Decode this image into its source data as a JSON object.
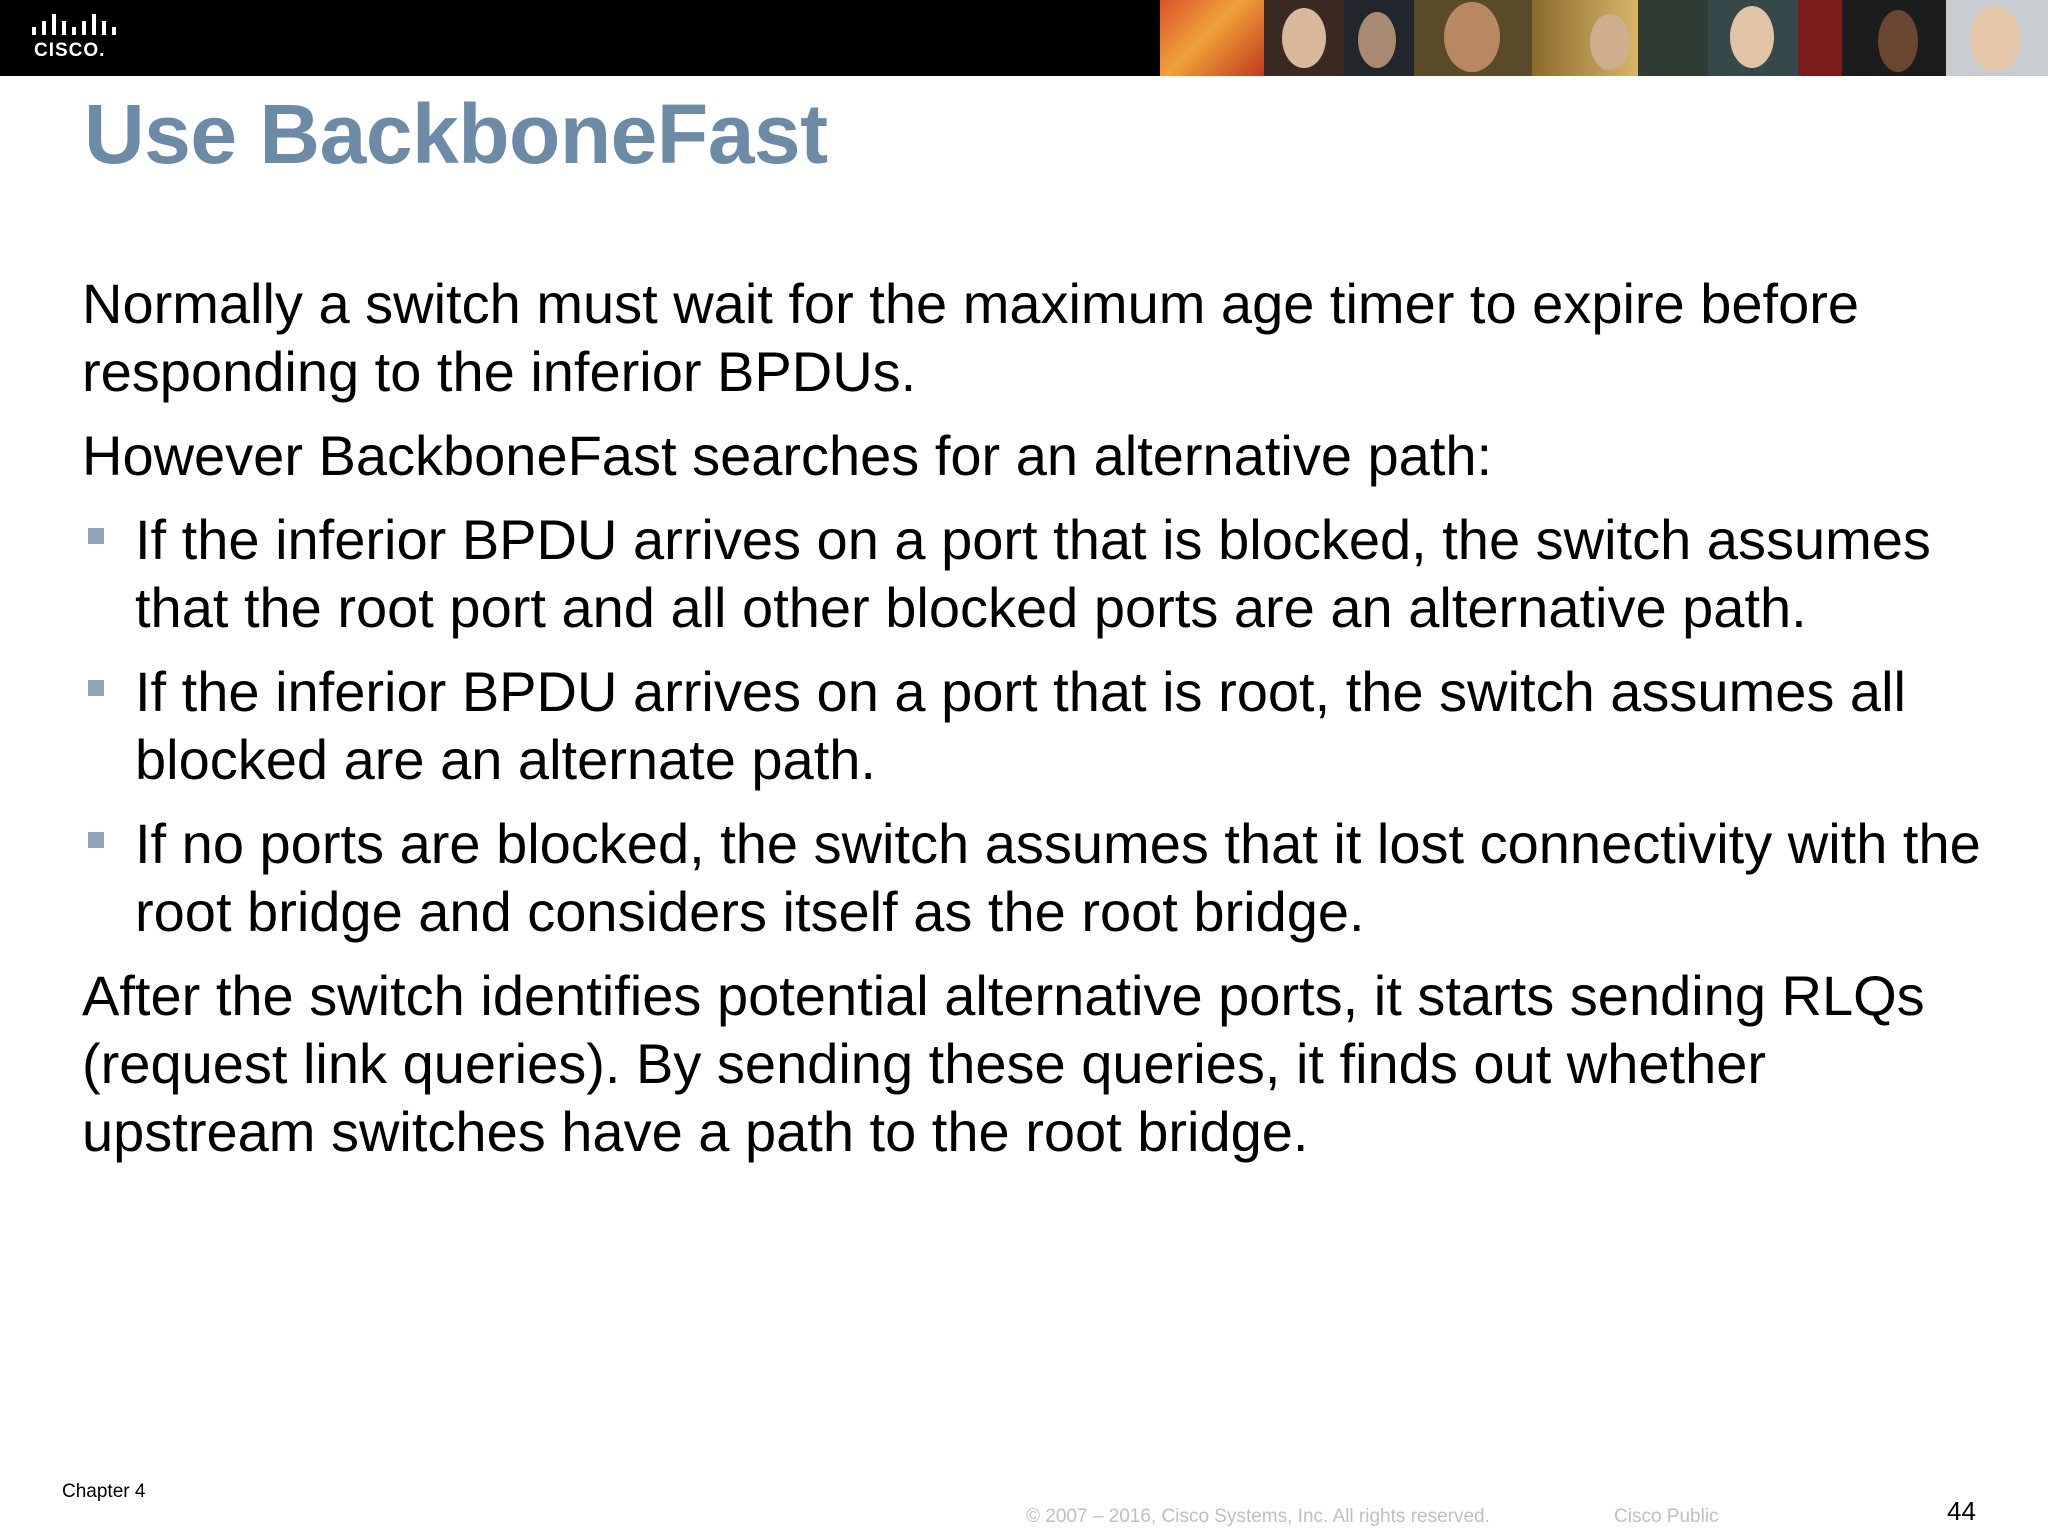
{
  "header": {
    "logo_text": "CISCO."
  },
  "slide": {
    "title": "Use BackboneFast",
    "intro_1": "Normally a switch must wait for the maximum age timer to expire before responding to the inferior BPDUs.",
    "intro_2": "However BackboneFast searches for an alternative path:",
    "bullets": [
      "If the inferior BPDU arrives on a port that is blocked, the switch assumes that the root port and all other blocked ports are an alternative path.",
      "If the inferior BPDU arrives on a port that is root, the switch assumes all blocked are an alternate path.",
      "If no ports are blocked, the switch assumes that it lost connectivity with the root bridge and considers itself as the root bridge."
    ],
    "closing": "After the switch identifies potential alternative ports, it starts sending RLQs (request link queries). By sending these queries, it finds out whether upstream switches have a path to the root bridge."
  },
  "footer": {
    "chapter": "Chapter 4",
    "copyright": "© 2007 – 2016, Cisco Systems, Inc. All rights reserved.",
    "classification": "Cisco Public",
    "page_number": "44"
  },
  "colors": {
    "title": "#6d8ba6",
    "bullet": "#8ea4b8",
    "header_bg": "#000000",
    "footer_gray": "#bfbfbf"
  }
}
